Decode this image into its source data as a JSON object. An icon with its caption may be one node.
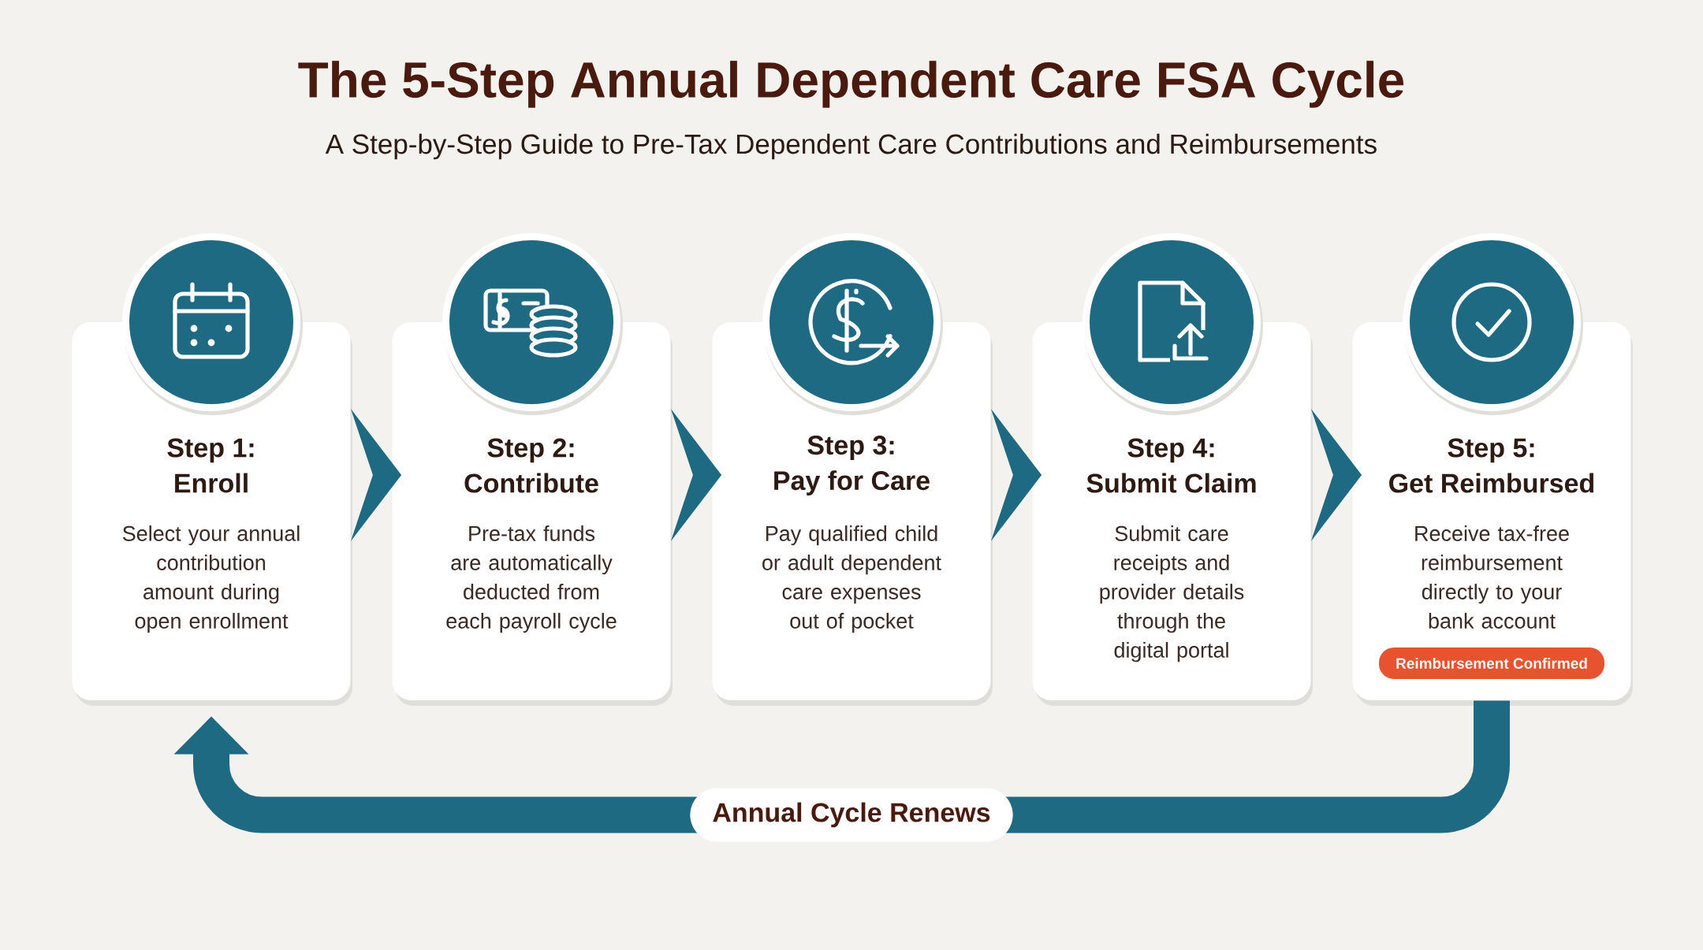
{
  "diagram": {
    "title": "The 5-Step Annual Dependent Care FSA Cycle",
    "caption": "A Step-by-Step Guide to Pre-Tax Dependent Care Contributions and Reimbursements",
    "nodes": [
      {
        "text": [
          "Step 1:",
          "Enroll",
          "Select your annual contribution amount during open enrollment"
        ]
      },
      {
        "text": [
          "Step 2:",
          "Contribute",
          "Pre-tax funds are automatically deducted from each payroll cycle"
        ]
      },
      {
        "text": [
          "Step 3:",
          "Pay for Care",
          "Pay qualified child or adult dependent care expenses out of pocket"
        ]
      },
      {
        "text": [
          "Step 4:",
          "Submit Claim",
          "Submit care receipts and provider details through the digital portal"
        ]
      },
      {
        "text": [
          "Step 5:",
          "Get Reimbursed",
          "Receive tax-free reimbursement directly to your bank account"
        ]
      },
      {
        "text": [
          "Reimbursement Confirmed"
        ],
        "in": 4
      }
    ],
    "edges": [
      {
        "from": 0,
        "to": 1,
        "arrow": "to"
      },
      {
        "from": 1,
        "to": 2,
        "arrow": "to"
      },
      {
        "from": 2,
        "to": 3,
        "arrow": "to"
      },
      {
        "from": 3,
        "to": 4,
        "arrow": "to"
      },
      {
        "from": 4,
        "to": 0,
        "arrow": "to",
        "label": "Annual Cycle Renews"
      }
    ]
  }
}
